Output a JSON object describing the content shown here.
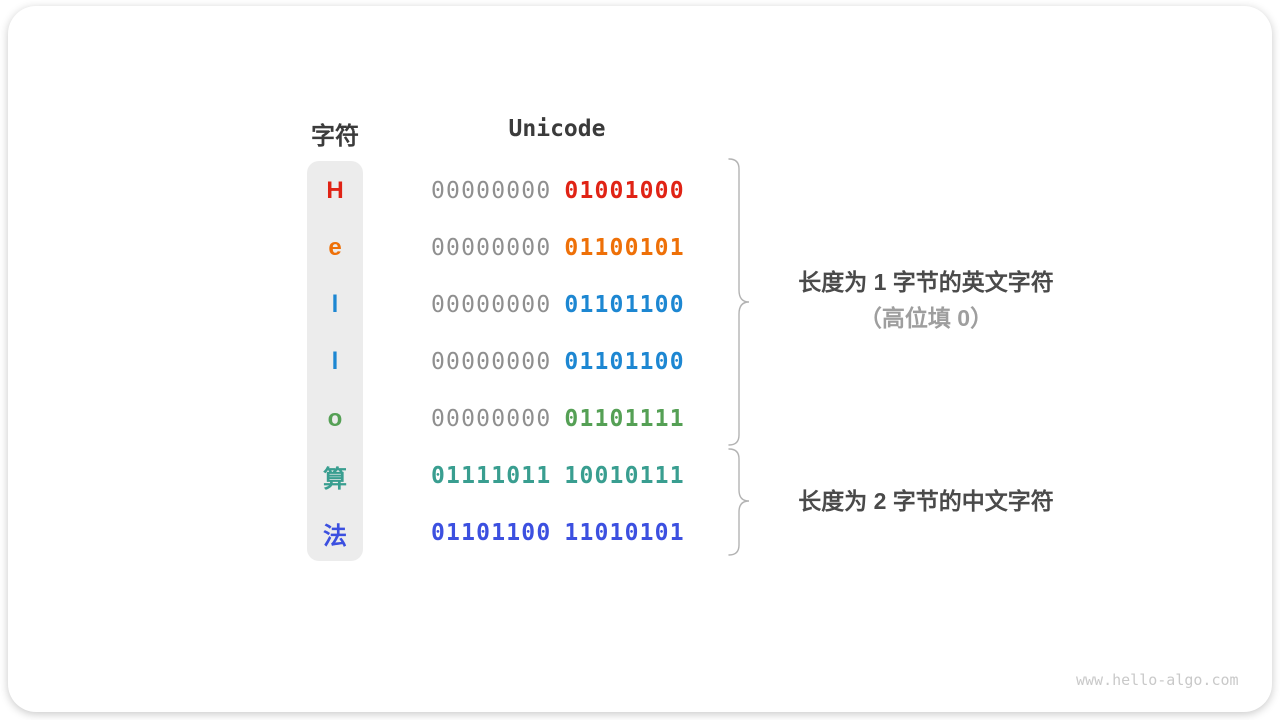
{
  "table": {
    "headers": {
      "char": "字符",
      "unicode": "Unicode"
    },
    "zero_color": "#8f8f8f",
    "rows": [
      {
        "char": "H",
        "color": "#e02315",
        "bytes": [
          "00000000",
          "01001000"
        ],
        "byte1_gray": true
      },
      {
        "char": "e",
        "color": "#ee7008",
        "bytes": [
          "00000000",
          "01100101"
        ],
        "byte1_gray": true
      },
      {
        "char": "l",
        "color": "#1d87d2",
        "bytes": [
          "00000000",
          "01101100"
        ],
        "byte1_gray": true
      },
      {
        "char": "l",
        "color": "#1d87d2",
        "bytes": [
          "00000000",
          "01101100"
        ],
        "byte1_gray": true
      },
      {
        "char": "o",
        "color": "#55a055",
        "bytes": [
          "00000000",
          "01101111"
        ],
        "byte1_gray": true
      },
      {
        "char": "算",
        "color": "#399e90",
        "bytes": [
          "01111011",
          "10010111"
        ],
        "byte1_gray": false
      },
      {
        "char": "法",
        "color": "#3c50e0",
        "bytes": [
          "01101100",
          "11010101"
        ],
        "byte1_gray": false
      }
    ]
  },
  "annotations": {
    "english": {
      "line1": "长度为 1 字节的英文字符",
      "line2": "（高位填 0）"
    },
    "chinese": {
      "line1": "长度为 2 字节的中文字符"
    }
  },
  "card": {
    "watermark": "www.hello-algo.com"
  }
}
